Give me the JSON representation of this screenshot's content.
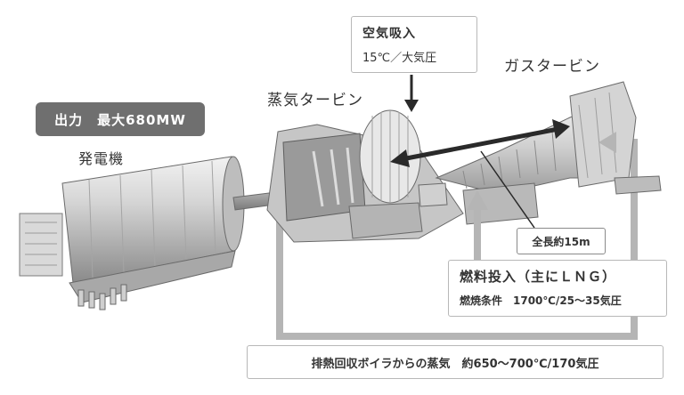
{
  "labels": {
    "output": "出力　最大680MW",
    "generator": "発電機",
    "steam_turbine": "蒸気タービン",
    "gas_turbine": "ガスタービン",
    "air_intake_title": "空気吸入",
    "air_intake_condition": "15℃／大気圧",
    "total_length": "全長約15m",
    "fuel_title": "燃料投入（主にＬＮＧ）",
    "fuel_condition": "燃焼条件　1700℃/25～35気圧",
    "exhaust_steam": "排熱回収ボイラからの蒸気　約650～700℃/170気圧"
  },
  "colors": {
    "badge": "#6f6f6f",
    "arrow_gray": "#b5b5b5",
    "arrow_dark": "#2a2a2a",
    "machine_light": "#cfcfcf",
    "machine_dark": "#6e6e6e"
  }
}
